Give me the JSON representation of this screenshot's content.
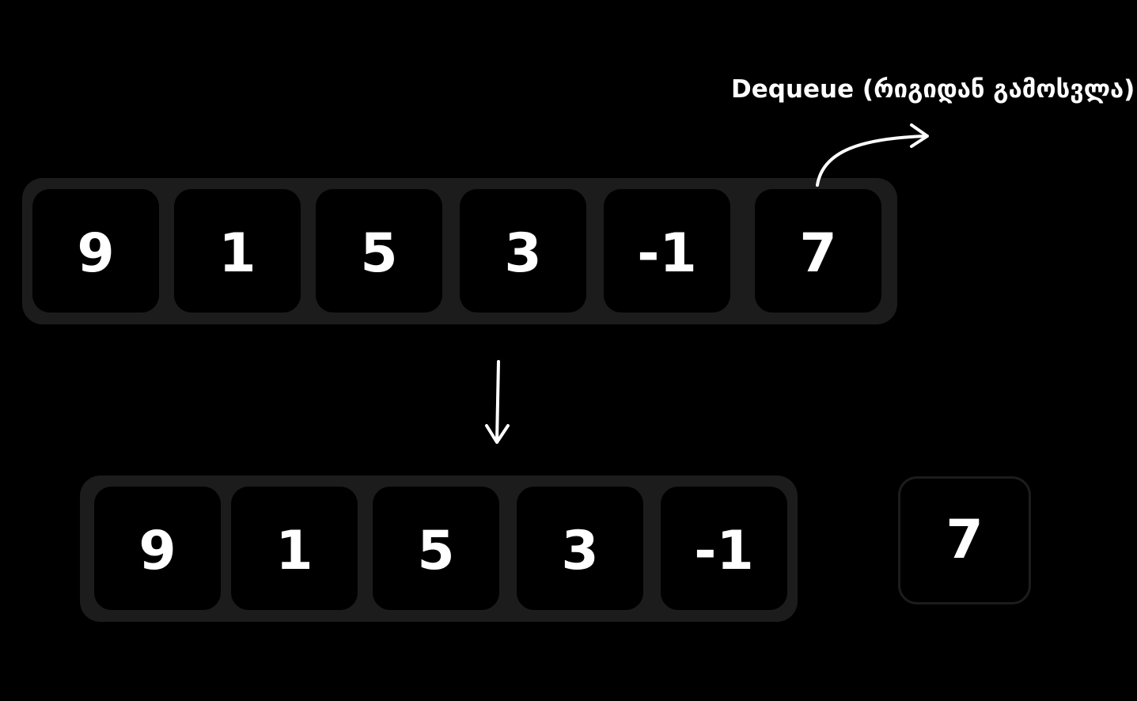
{
  "operation_label": "Dequeue (რიგიდან გამოსვლა)",
  "queue_before": [
    "9",
    "1",
    "5",
    "3",
    "-1",
    "7"
  ],
  "queue_after": [
    "9",
    "1",
    "5",
    "3",
    "-1"
  ],
  "removed_value": "7",
  "colors": {
    "background": "#000000",
    "container": "#1c1c1c",
    "cell": "#000000",
    "text": "#ffffff"
  }
}
